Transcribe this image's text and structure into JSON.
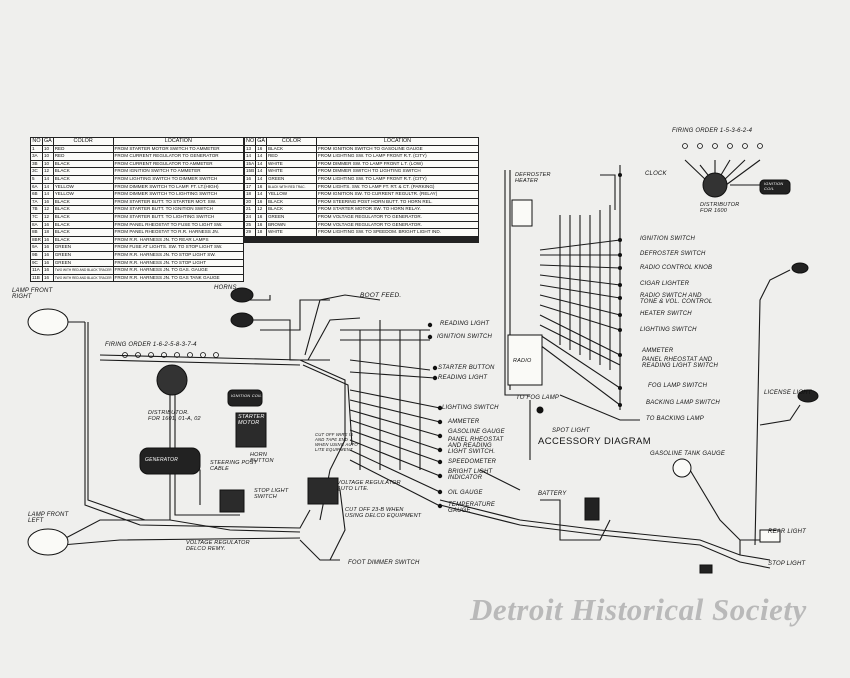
{
  "wiring_table_left": {
    "headers": [
      "NO",
      "GA",
      "COLOR",
      "LOCATION"
    ],
    "rows": [
      [
        "1",
        "10",
        "RED",
        "FROM STARTER MOTOR SWITCH TO AMMETER"
      ],
      [
        "3A",
        "10",
        "RED",
        "FROM CURRENT REGULATOR TO GENERATOR"
      ],
      [
        "3B",
        "10",
        "BLACK",
        "FROM CURRENT REGULATOR TO AMMETER"
      ],
      [
        "3C",
        "12",
        "BLACK",
        "FROM IGNITION SWITCH TO AMMETER"
      ],
      [
        "5",
        "14",
        "BLACK",
        "FROM LIGHTING SWITCH TO DIMMER SWITCH"
      ],
      [
        "6A",
        "14",
        "YELLOW",
        "FROM DIMMER SWITCH TO LAMP. FT. LT.(HIGH)"
      ],
      [
        "6B",
        "14",
        "YELLOW",
        "FROM DIMMER SWITCH TO LIGHTING SWITCH"
      ],
      [
        "7A",
        "16",
        "BLACK",
        "FROM STARTER BUTT. TO STARTER MOT. SW."
      ],
      [
        "7B",
        "12",
        "BLACK",
        "FROM STARTER BUTT. TO IGNITION SWITCH"
      ],
      [
        "7C",
        "12",
        "BLACK",
        "FROM STARTER BUTT. TO LIGHTING SWITCH"
      ],
      [
        "8A",
        "16",
        "BLACK",
        "FROM PANEL RHEOSTAT TO FUSE TO LIGHT SW."
      ],
      [
        "8B",
        "18",
        "BLACK",
        "FROM PANEL RHEOSTAT TO R.R. HARNESS JN."
      ],
      [
        "8BR",
        "16",
        "BLACK",
        "FROM R.R. HARNESS JN. TO REAR LAMPS"
      ],
      [
        "9A",
        "16",
        "GREEN",
        "FROM FUSE AT LIGHTS. SW. TO STOP LIGHT SW."
      ],
      [
        "9B",
        "16",
        "GREEN",
        "FROM R.R. HARNESS JN. TO STOP LIGHT SW."
      ],
      [
        "9C",
        "16",
        "GREEN",
        "FROM R.R. HARNESS JN. TO STOP LIGHT"
      ],
      [
        "11A",
        "16",
        "TWO WITH RED AND BLACK TRACER",
        "FROM R.R. HARNESS JN. TO GAS. GAUGE"
      ],
      [
        "11B",
        "16",
        "TWO WITH RED AND BLACK TRACER",
        "FROM R.R. HARNESS JN. TO GAS TANK GAUGE"
      ]
    ]
  },
  "wiring_table_right": {
    "headers": [
      "NO",
      "GA",
      "COLOR",
      "LOCATION"
    ],
    "rows": [
      [
        "13",
        "16",
        "BLACK",
        "FROM IGNITION SWITCH TO GASOLINE GAUGE"
      ],
      [
        "14",
        "14",
        "RED",
        "FROM LIGHTING SW. TO LAMP FRONT R.T. (CITY)"
      ],
      [
        "15A",
        "14",
        "WHITE",
        "FROM DIMMER SW. TO LAMP FRONT L.T. (LOW)"
      ],
      [
        "15B",
        "14",
        "WHITE",
        "FROM DIMMER SWITCH TO LIGHTING SWITCH"
      ],
      [
        "16",
        "14",
        "GREEN",
        "FROM LIGHTING SW. TO LAMP FRONT R.T. (CITY)"
      ],
      [
        "17",
        "16",
        "BLACK WITH RED TRAC.",
        "FROM LIGHTS. SW. TO LAMP FT. RT. & CT. (PARKING)"
      ],
      [
        "18",
        "14",
        "YELLOW",
        "FROM IGNITION SW. TO CURRENT REGULTR. (RELAY)"
      ],
      [
        "20",
        "16",
        "BLACK",
        "FROM STEERING POST HORN BUTT. TO HORN REL."
      ],
      [
        "21",
        "12",
        "BLACK",
        "FROM STARTER MOTOR SW. TO HORN RELAY."
      ],
      [
        "24",
        "16",
        "GREEN",
        "FROM VOLTAGE REGULATOR TO GENERATOR."
      ],
      [
        "25",
        "16",
        "BROWN",
        "FROM VOLTAGE REGULATOR TO GENERATOR."
      ],
      [
        "29",
        "18",
        "WHITE",
        "FROM LIGHTING SW. TO SPEEDOM. BRIGHT LIGHT IND."
      ],
      [
        "",
        "",
        "",
        ""
      ],
      [
        "",
        "",
        "",
        ""
      ],
      [
        "",
        "",
        "",
        ""
      ],
      [
        "",
        "",
        "",
        ""
      ],
      [
        "",
        "",
        "",
        ""
      ],
      [
        "",
        "",
        "",
        ""
      ]
    ]
  },
  "labels": {
    "lamp_front_right": "LAMP FRONT\nRIGHT",
    "lamp_front_left": "LAMP FRONT\nLEFT",
    "horns": "HORNS",
    "boot_feed": "BOOT FEED.",
    "firing_order_main": "FIRING ORDER 1-6-2-5-8-3-7-4",
    "distributor_main": "DISTRIBUTOR.\nFOR 1601, 01-A, 02",
    "ignition_coil": "IGNITION COIL",
    "starter_motor": "STARTER\nMOTOR",
    "generator": "GENERATOR",
    "horn_button": "HORN\nBUTTON",
    "steering_post_cable": "STEERING POST\nCABLE",
    "stop_light_switch": "STOP LIGHT\nSWITCH",
    "voltage_regulator_delco": "VOLTAGE REGULATOR\nDELCO REMY.",
    "cut_off_wire": "CUT OFF WIRE IS\nAND TAPE END\nWHEN USING AUTO\nLITE EQUIPMENT",
    "voltage_regulator_auto": "VOLTAGE REGULATOR\nAUTO LITE.",
    "cut_off_23b": "CUT OFF 23-B WHEN\nUSING DELCO EQUIPMENT",
    "foot_dimmer_switch": "FOOT DIMMER SWITCH",
    "reading_light_1": "READING LIGHT",
    "ignition_switch_main": "IGNITION SWITCH",
    "starter_button": "STARTER BUTTON",
    "reading_light_2": "READING LIGHT",
    "lighting_switch_main": "LIGHTING SWITCH",
    "ammeter_main": "AMMETER",
    "gasoline_gauge": "GASOLINE GAUGE",
    "panel_rheostat": "PANEL RHEOSTAT\nAND READING\nLIGHT SWITCH.",
    "speedometer": "SPEEDOMETER",
    "bright_light_indicator": "BRIGHT LIGHT\nINDICATOR",
    "oil_gauge": "OIL GAUGE",
    "temperature_gauge": "TEMPERATURE\nGAUGE",
    "battery": "BATTERY",
    "gasoline_tank_gauge": "GASOLINE TANK GAUGE",
    "license_light": "LICENSE LIGHT",
    "rear_light": "REAR LIGHT",
    "stop_light": "STOP LIGHT",
    "defroster_heater": "DEFROSTER\nHEATER",
    "clock": "CLOCK",
    "acc_ignition_switch": "IGNITION SWITCH",
    "defroster_switch": "DEFROSTER SWITCH",
    "radio_control_knob": "RADIO CONTROL KNOB",
    "cigar_lighter": "CIGAR LIGHTER",
    "radio_switch": "RADIO SWITCH AND\nTONE & VOL. CONTROL",
    "heater_switch": "HEATER SWITCH",
    "acc_lighting_switch": "LIGHTING SWITCH",
    "acc_ammeter": "AMMETER",
    "panel_rheostat_reading": "PANEL RHEOSTAT AND\nREADING LIGHT SWITCH",
    "fog_lamp_switch": "FOG LAMP SWITCH",
    "backing_lamp_switch": "BACKING LAMP SWITCH",
    "to_backing_lamp": "TO BACKING LAMP",
    "to_fog_lamp": "TO FOG LAMP",
    "radio": "RADIO",
    "spot_light": "SPOT LIGHT",
    "accessory_diagram": "ACCESSORY DIAGRAM",
    "firing_order_1600": "FIRING ORDER 1-5-3-6-2-4",
    "distributor_1600": "DISTRIBUTOR\nFOR 1600",
    "ignition_coil_1600": "IGNITION\nCOIL"
  },
  "watermark": "Detroit Historical Society"
}
